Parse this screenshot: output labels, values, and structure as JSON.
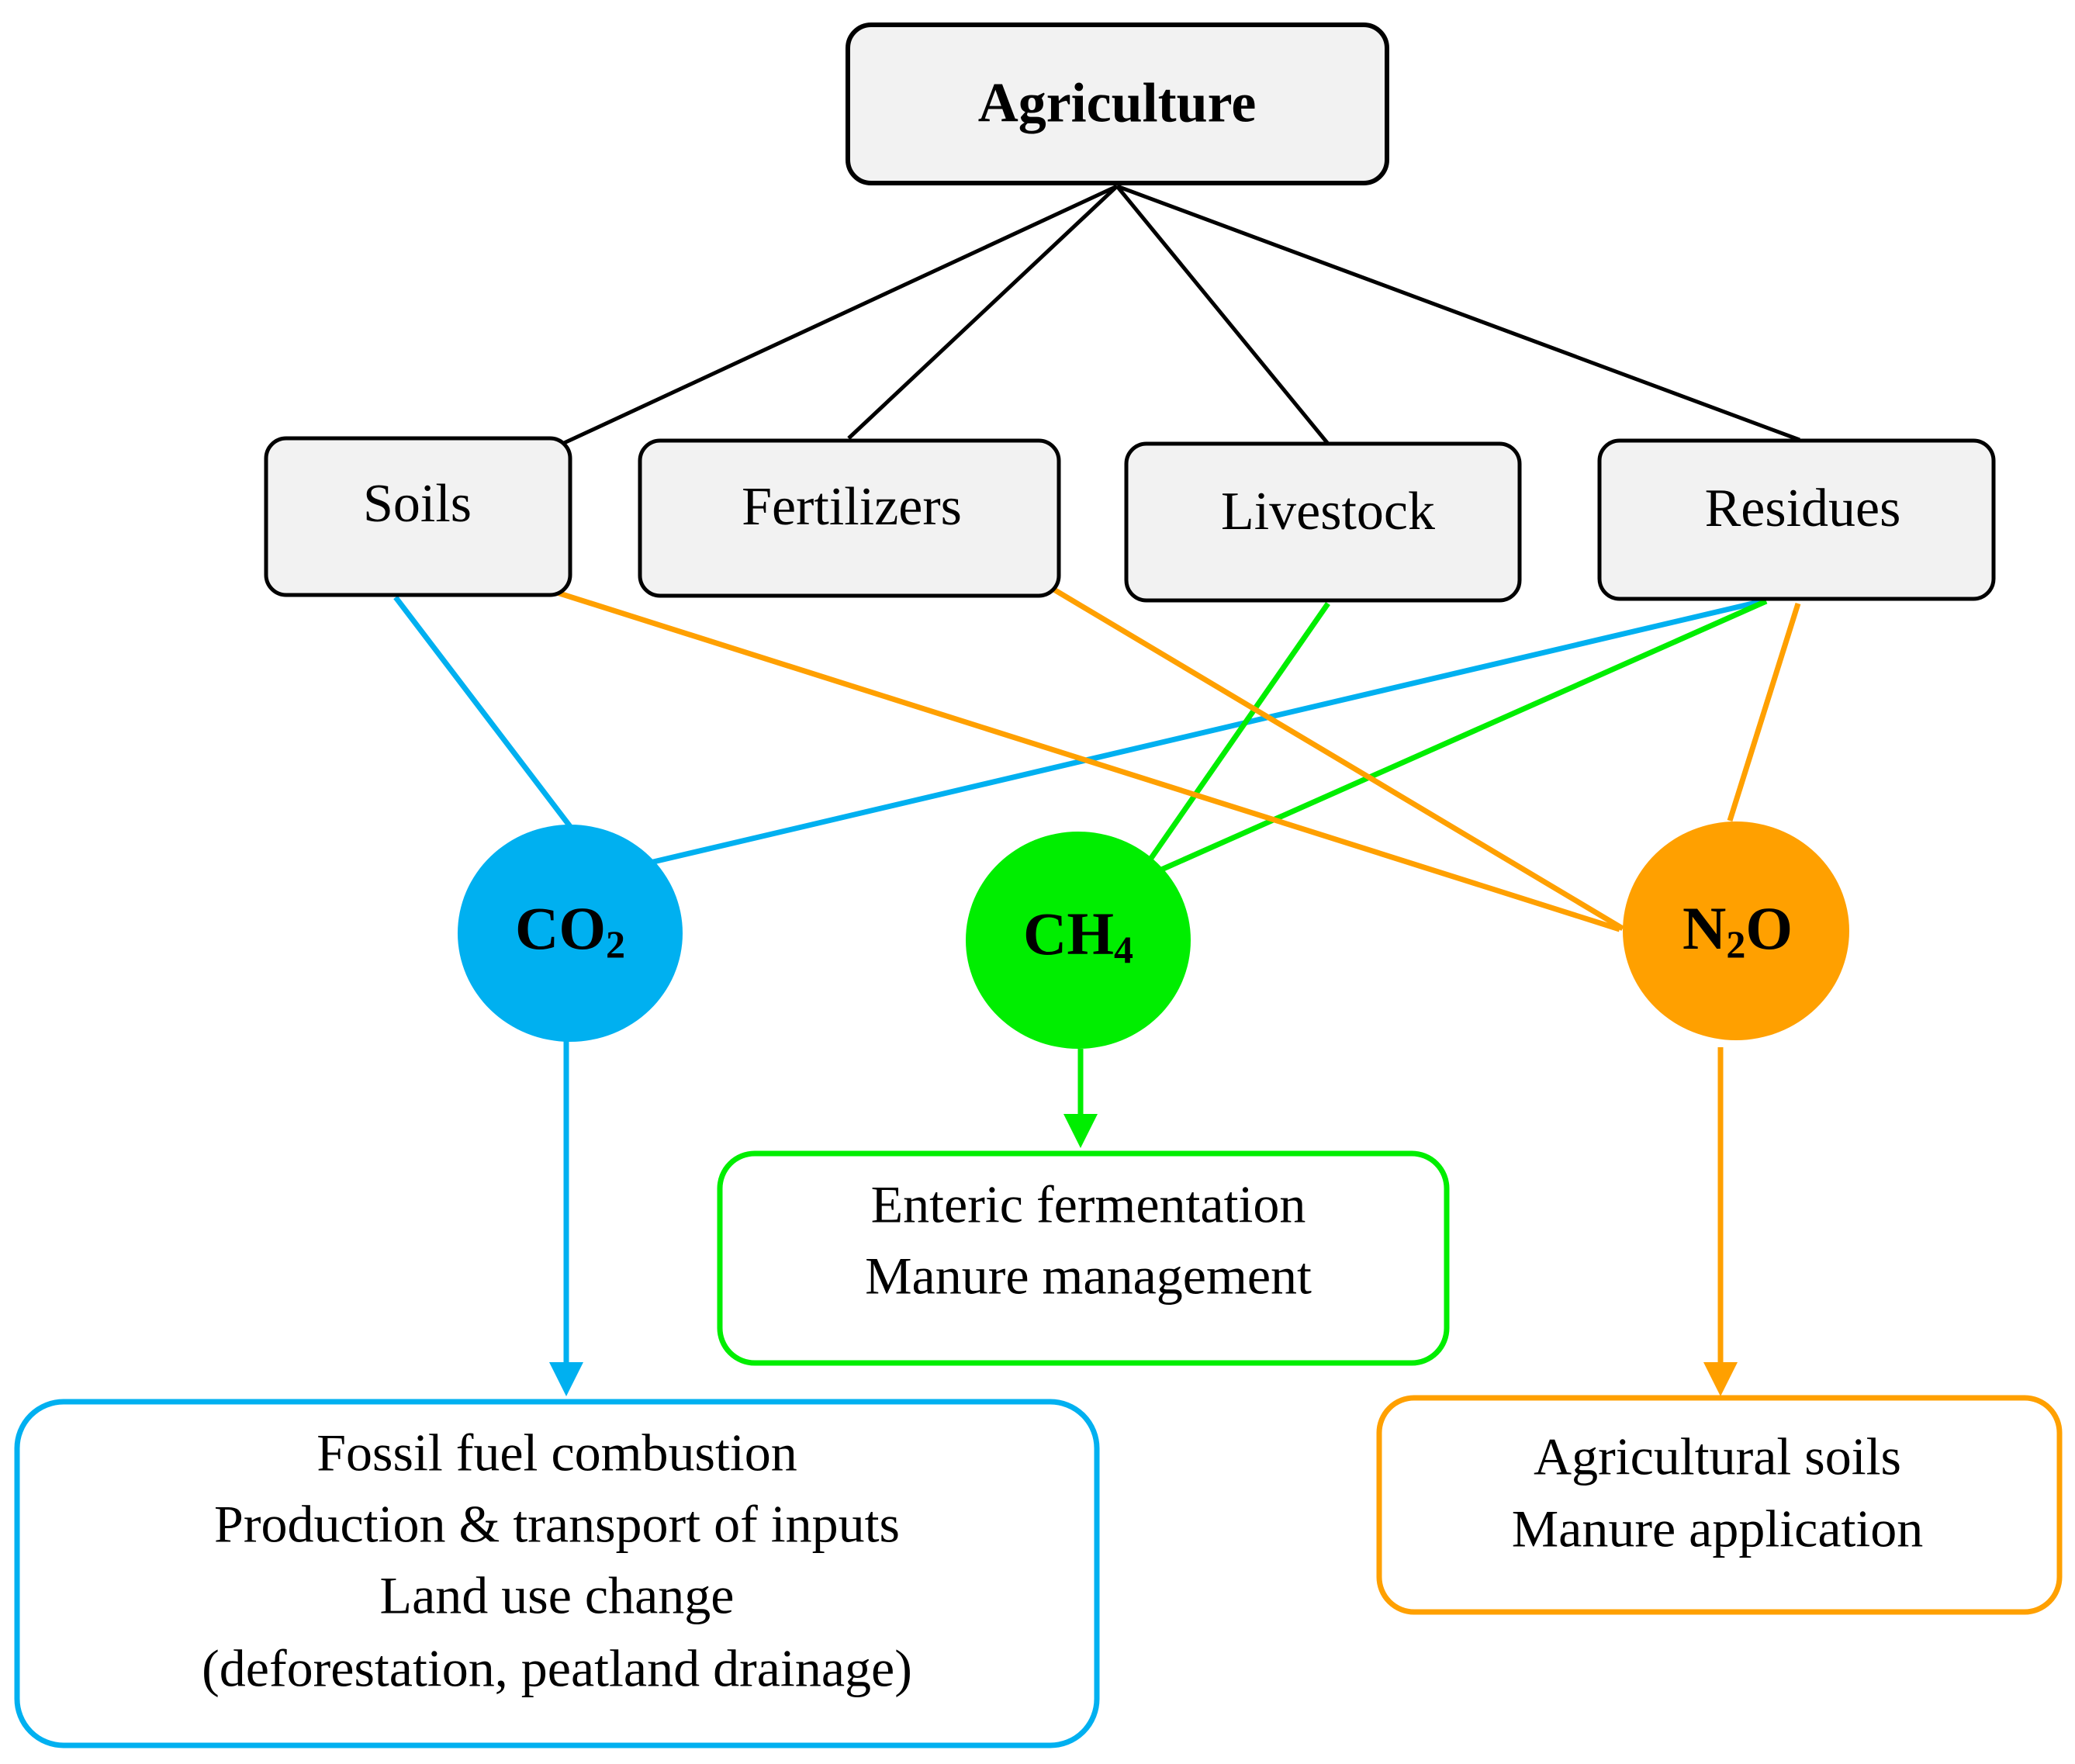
{
  "root": {
    "label": "Agriculture"
  },
  "categories": [
    {
      "id": "soils",
      "label": "Soils"
    },
    {
      "id": "fertilizers",
      "label": "Fertilizers"
    },
    {
      "id": "livestock",
      "label": "Livestock"
    },
    {
      "id": "residues",
      "label": "Residues"
    }
  ],
  "gases": [
    {
      "id": "co2",
      "main": "CO",
      "sub": "2",
      "tail": "",
      "color": "#00b0f0"
    },
    {
      "id": "ch4",
      "main": "CH",
      "sub": "4",
      "tail": "",
      "color": "#00ee00"
    },
    {
      "id": "n2o",
      "main": "N",
      "sub": "2",
      "tail": "O",
      "color": "#ffa000"
    }
  ],
  "sources": {
    "co2": [
      "Fossil fuel combustion",
      "Production & transport of inputs",
      "Land use change",
      "(deforestation, peatland drainage)"
    ],
    "ch4": [
      "Enteric fermentation",
      "Manure management"
    ],
    "n2o": [
      "Agricultural soils",
      "Manure application"
    ]
  },
  "colors": {
    "box_fill": "#f2f2f2",
    "box_stroke": "#000000",
    "co2": "#00b0f0",
    "ch4": "#00ee00",
    "n2o": "#ffa000"
  }
}
